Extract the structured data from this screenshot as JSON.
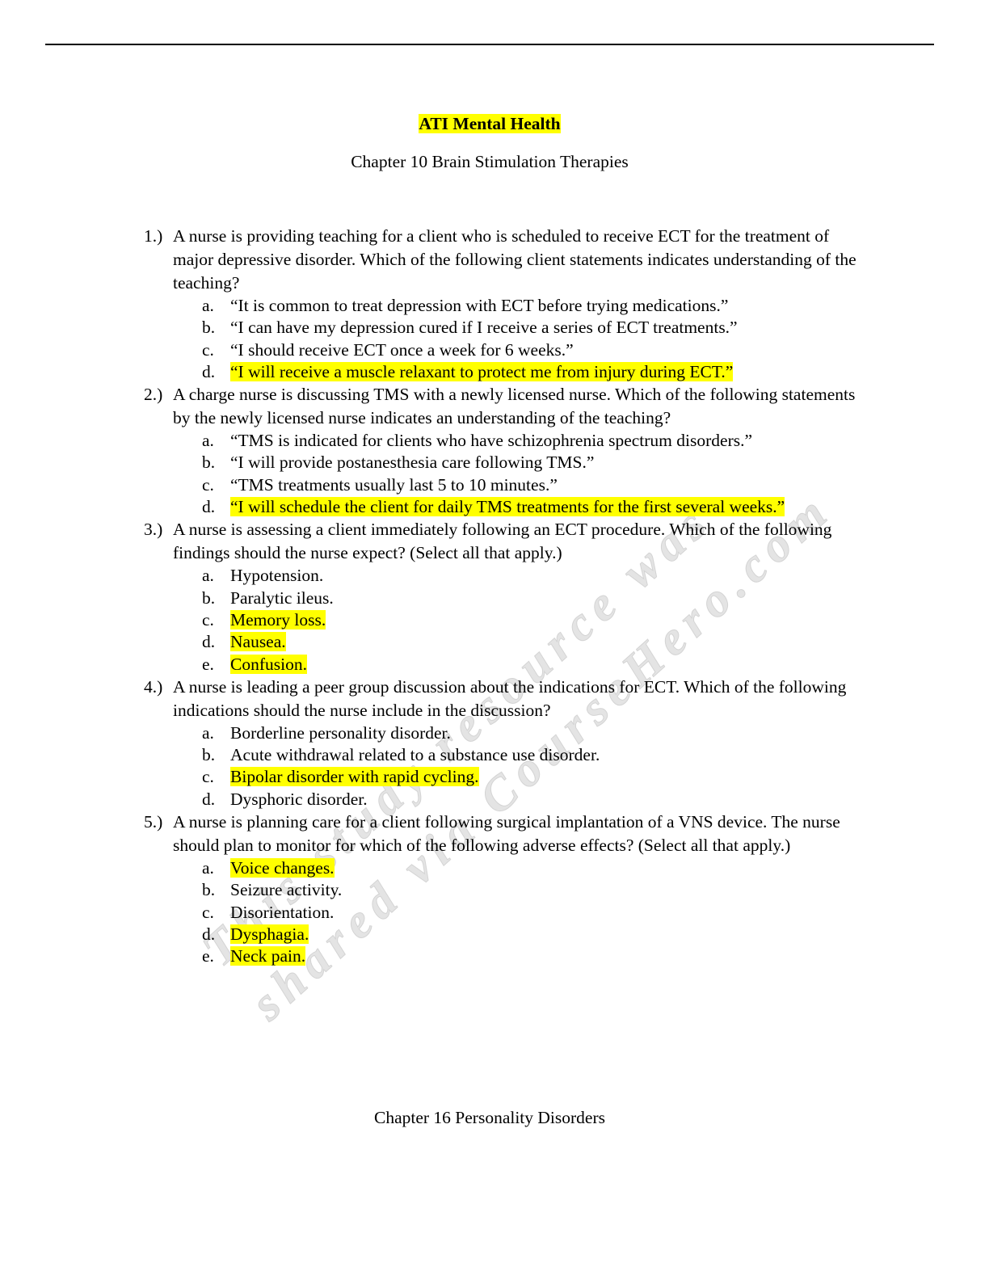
{
  "header": {
    "title": "ATI Mental Health",
    "subtitle": "Chapter 10 Brain Stimulation Therapies"
  },
  "questions": [
    {
      "num": "1.)",
      "text": "A nurse is providing teaching for a client who is scheduled to receive ECT for the treatment of major depressive disorder. Which of the following client statements indicates understanding of the teaching?",
      "options": [
        {
          "letter": "a.",
          "text": "“It is common to treat depression with ECT before trying medications.”",
          "correct": false
        },
        {
          "letter": "b.",
          "text": "“I can have my depression cured if I receive a series of ECT treatments.”",
          "correct": false
        },
        {
          "letter": "c.",
          "text": "“I should receive ECT once a week for 6 weeks.”",
          "correct": false
        },
        {
          "letter": "d.",
          "text": "“I will receive a muscle relaxant to protect me from injury during ECT.”",
          "correct": true
        }
      ]
    },
    {
      "num": "2.)",
      "text": "A charge nurse is discussing TMS with a newly licensed nurse. Which of the following statements by the newly licensed nurse indicates an understanding of the teaching?",
      "options": [
        {
          "letter": "a.",
          "text": "“TMS is indicated for clients who have schizophrenia spectrum disorders.”",
          "correct": false
        },
        {
          "letter": "b.",
          "text": "“I will provide postanesthesia care following TMS.”",
          "correct": false
        },
        {
          "letter": "c.",
          "text": "“TMS treatments usually last 5 to 10 minutes.”",
          "correct": false
        },
        {
          "letter": "d.",
          "text": "“I will schedule the client for daily TMS treatments for the first several weeks.”",
          "correct": true
        }
      ]
    },
    {
      "num": "3.)",
      "text": "A nurse is assessing a client immediately following an ECT procedure. Which of the following findings should the nurse expect? (Select all that apply.)",
      "options": [
        {
          "letter": "a.",
          "text": "Hypotension.",
          "correct": false
        },
        {
          "letter": "b.",
          "text": "Paralytic ileus.",
          "correct": false
        },
        {
          "letter": "c.",
          "text": "Memory loss.",
          "correct": true
        },
        {
          "letter": "d.",
          "text": "Nausea.",
          "correct": true
        },
        {
          "letter": "e.",
          "text": "Confusion.",
          "correct": true
        }
      ]
    },
    {
      "num": "4.)",
      "text": "A nurse is leading a peer group discussion about the indications for ECT. Which of the following indications should the nurse include in the discussion?",
      "options": [
        {
          "letter": "a.",
          "text": "Borderline personality disorder.",
          "correct": false
        },
        {
          "letter": "b.",
          "text": "Acute withdrawal related to a substance use disorder.",
          "correct": false
        },
        {
          "letter": "c.",
          "text": "Bipolar disorder with rapid cycling.",
          "correct": true
        },
        {
          "letter": "d.",
          "text": "Dysphoric disorder.",
          "correct": false
        }
      ]
    },
    {
      "num": "5.)",
      "text": "A nurse is planning care for a client following surgical implantation of a VNS device. The nurse should plan to monitor for which of the following adverse effects? (Select all that apply.)",
      "options": [
        {
          "letter": "a.",
          "text": "Voice changes.",
          "correct": true
        },
        {
          "letter": "b.",
          "text": "Seizure activity.",
          "correct": false
        },
        {
          "letter": "c.",
          "text": "Disorientation.",
          "correct": false
        },
        {
          "letter": "d.",
          "text": "Dysphagia.",
          "correct": true
        },
        {
          "letter": "e.",
          "text": "Neck pain.",
          "correct": true
        }
      ]
    }
  ],
  "next_chapter": "Chapter 16 Personality Disorders",
  "watermark": [
    "This study resource was",
    "shared via CourseHero.com"
  ],
  "colors": {
    "highlight": "#ffff00"
  }
}
